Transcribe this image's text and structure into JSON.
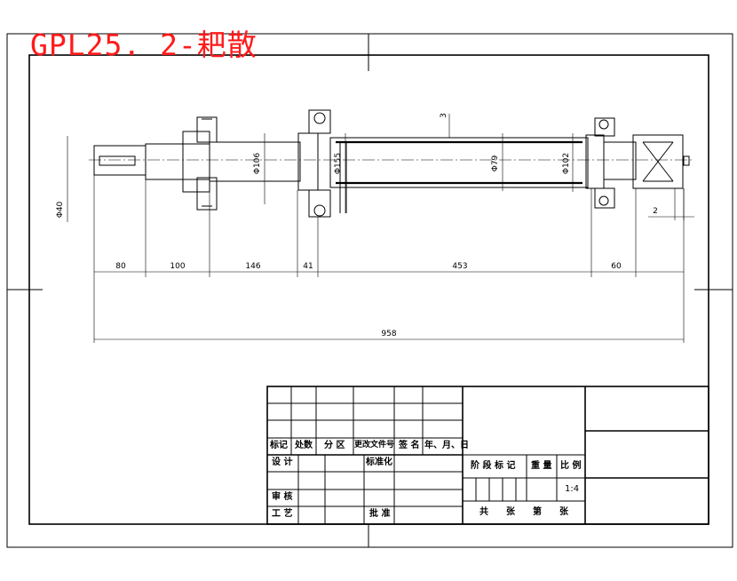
{
  "drawing": {
    "title": "GPL25. 2-耙散",
    "colors": {
      "title": "#ff1a1a",
      "line": "#000000",
      "background": "#ffffff"
    },
    "dimensions": {
      "segments": [
        "80",
        "100",
        "146",
        "41",
        "453",
        "60"
      ],
      "total": "958",
      "diameters": [
        "Φ40",
        "Φ106",
        "Φ155",
        "Φ79",
        "Φ102"
      ],
      "offset": "2",
      "section_mark": "3"
    },
    "title_block": {
      "rev_headers": [
        "标记",
        "处数",
        "分 区",
        "更改文件号",
        "签 名",
        "年、月、日"
      ],
      "design": "设 计",
      "standardize": "标准化",
      "review": "审 核",
      "process": "工 艺",
      "approve": "批 准",
      "stage_mark": "阶 段 标 记",
      "weight": "重 量",
      "scale": "比 例",
      "scale_value": "1:4",
      "sheets": "共　　张　　第　　张"
    }
  }
}
